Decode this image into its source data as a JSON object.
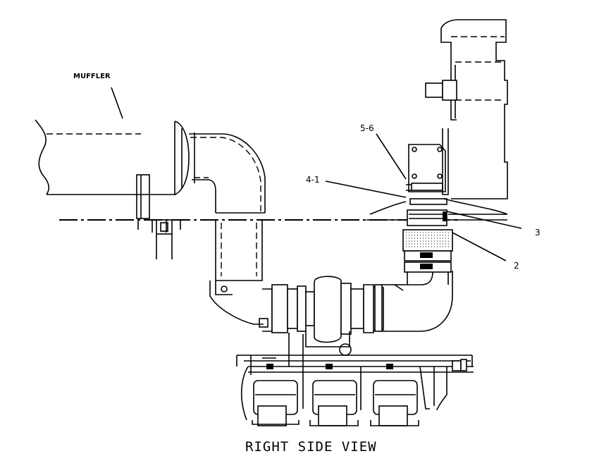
{
  "labels": {
    "muffler": "MUFFLER",
    "callout_5_6": "5-6",
    "callout_4_1": "4-1",
    "callout_3": "3",
    "callout_2": "2"
  },
  "title": "RIGHT SIDE VIEW"
}
